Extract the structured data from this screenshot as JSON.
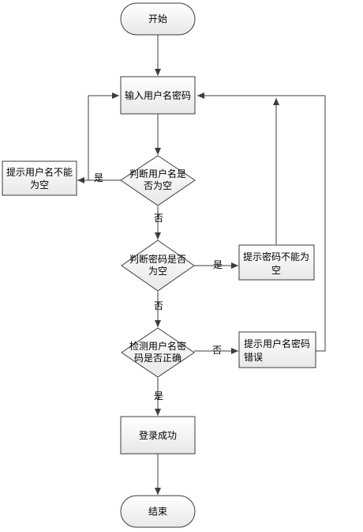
{
  "diagram": {
    "nodes": {
      "start": {
        "lines": [
          "开始"
        ]
      },
      "input": {
        "lines": [
          "输入用户名密码"
        ]
      },
      "check_username_empty": {
        "lines": [
          "判断用户名是",
          "否为空"
        ]
      },
      "prompt_username_empty": {
        "lines": [
          "提示用户名不能",
          "为空"
        ]
      },
      "check_password_empty": {
        "lines": [
          "判断密码是否",
          "为空"
        ]
      },
      "prompt_password_empty": {
        "lines": [
          "提示密码不能为",
          "空"
        ]
      },
      "verify_credentials": {
        "lines": [
          "检测用户名密",
          "码是否正确"
        ]
      },
      "prompt_credentials_error": {
        "lines": [
          "提示用户名密码",
          "错误"
        ]
      },
      "login_success": {
        "lines": [
          "登录成功"
        ]
      },
      "end": {
        "lines": [
          "结束"
        ]
      }
    },
    "edges": {
      "username_empty_yes": "是",
      "username_empty_no": "否",
      "password_empty_yes": "是",
      "password_empty_no": "否",
      "credentials_no": "否",
      "credentials_yes": "是"
    },
    "colors": {
      "node_fill_top": "#ffffff",
      "node_fill_bottom": "#e8e8e8",
      "stroke": "#3c3c3c",
      "arrow": "#3c3c3c",
      "text": "#000000"
    }
  }
}
